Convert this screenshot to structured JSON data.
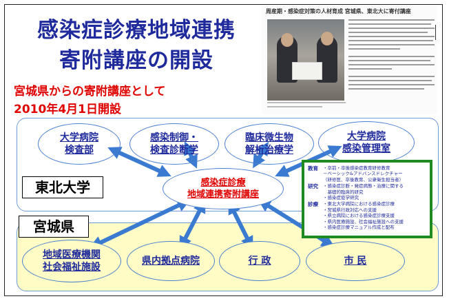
{
  "title": {
    "line1": "感染症診療地域連携",
    "line2": "寄附講座の開設"
  },
  "subtitle": {
    "line1": "宮城県からの寄附講座として",
    "line2": "2010年4月1日開設"
  },
  "clipping": {
    "headline": "周産期・感染症対策の人材育成  宮城県、東北大に寄付講座"
  },
  "regions": {
    "tohoku": {
      "label": "東北大学"
    },
    "miyagi": {
      "label": "宮城県"
    }
  },
  "nodes": {
    "hospital_lab": {
      "line1": "大学病院",
      "line2": "検査部"
    },
    "infection_control": {
      "line1": "感染制御・",
      "line2": "検査診断学"
    },
    "microbiology": {
      "line1": "臨床微生物",
      "line2": "解析治療学"
    },
    "infection_mgmt": {
      "line1": "大学病院",
      "line2": "感染管理室"
    },
    "center": {
      "line1": "感染症診療",
      "line2": "地域連携寄附講座"
    },
    "regional_medical": {
      "line1": "地域医療機関",
      "line2": "社会福祉施設"
    },
    "prefectural_hospital": {
      "line1": "県内拠点病院"
    },
    "administration": {
      "line1": "行 政"
    },
    "citizens": {
      "line1": "市 民"
    }
  },
  "activities": [
    {
      "label": "教育",
      "items": [
        "・卒前・卒後感染症教育研修教育",
        "－ベーシック&アドバンスドレクチャー",
        "（研修医、卒後教育、公衆衛生担当者）"
      ]
    },
    {
      "label": "研究",
      "items": [
        "・感染症診断・発症病態・治療に関する",
        "　基礎的臨床的研究",
        "・感染症疫学研究"
      ]
    },
    {
      "label": "診療",
      "items": [
        "・東北大学病院における感染症診療",
        "・宮城県行政対応への支援",
        "・県立病院における感染症診療支援",
        "・県内医療施設、社会福祉施設への支援",
        "・感染症診療マニュアル作成と配布"
      ]
    }
  ],
  "colors": {
    "title": "#1f2a9c",
    "accent_red": "#e00000",
    "arrow_blue": "#3a7ad0",
    "activity_border": "#1f8a1f",
    "miyagi_fill": "#fffcc6"
  }
}
